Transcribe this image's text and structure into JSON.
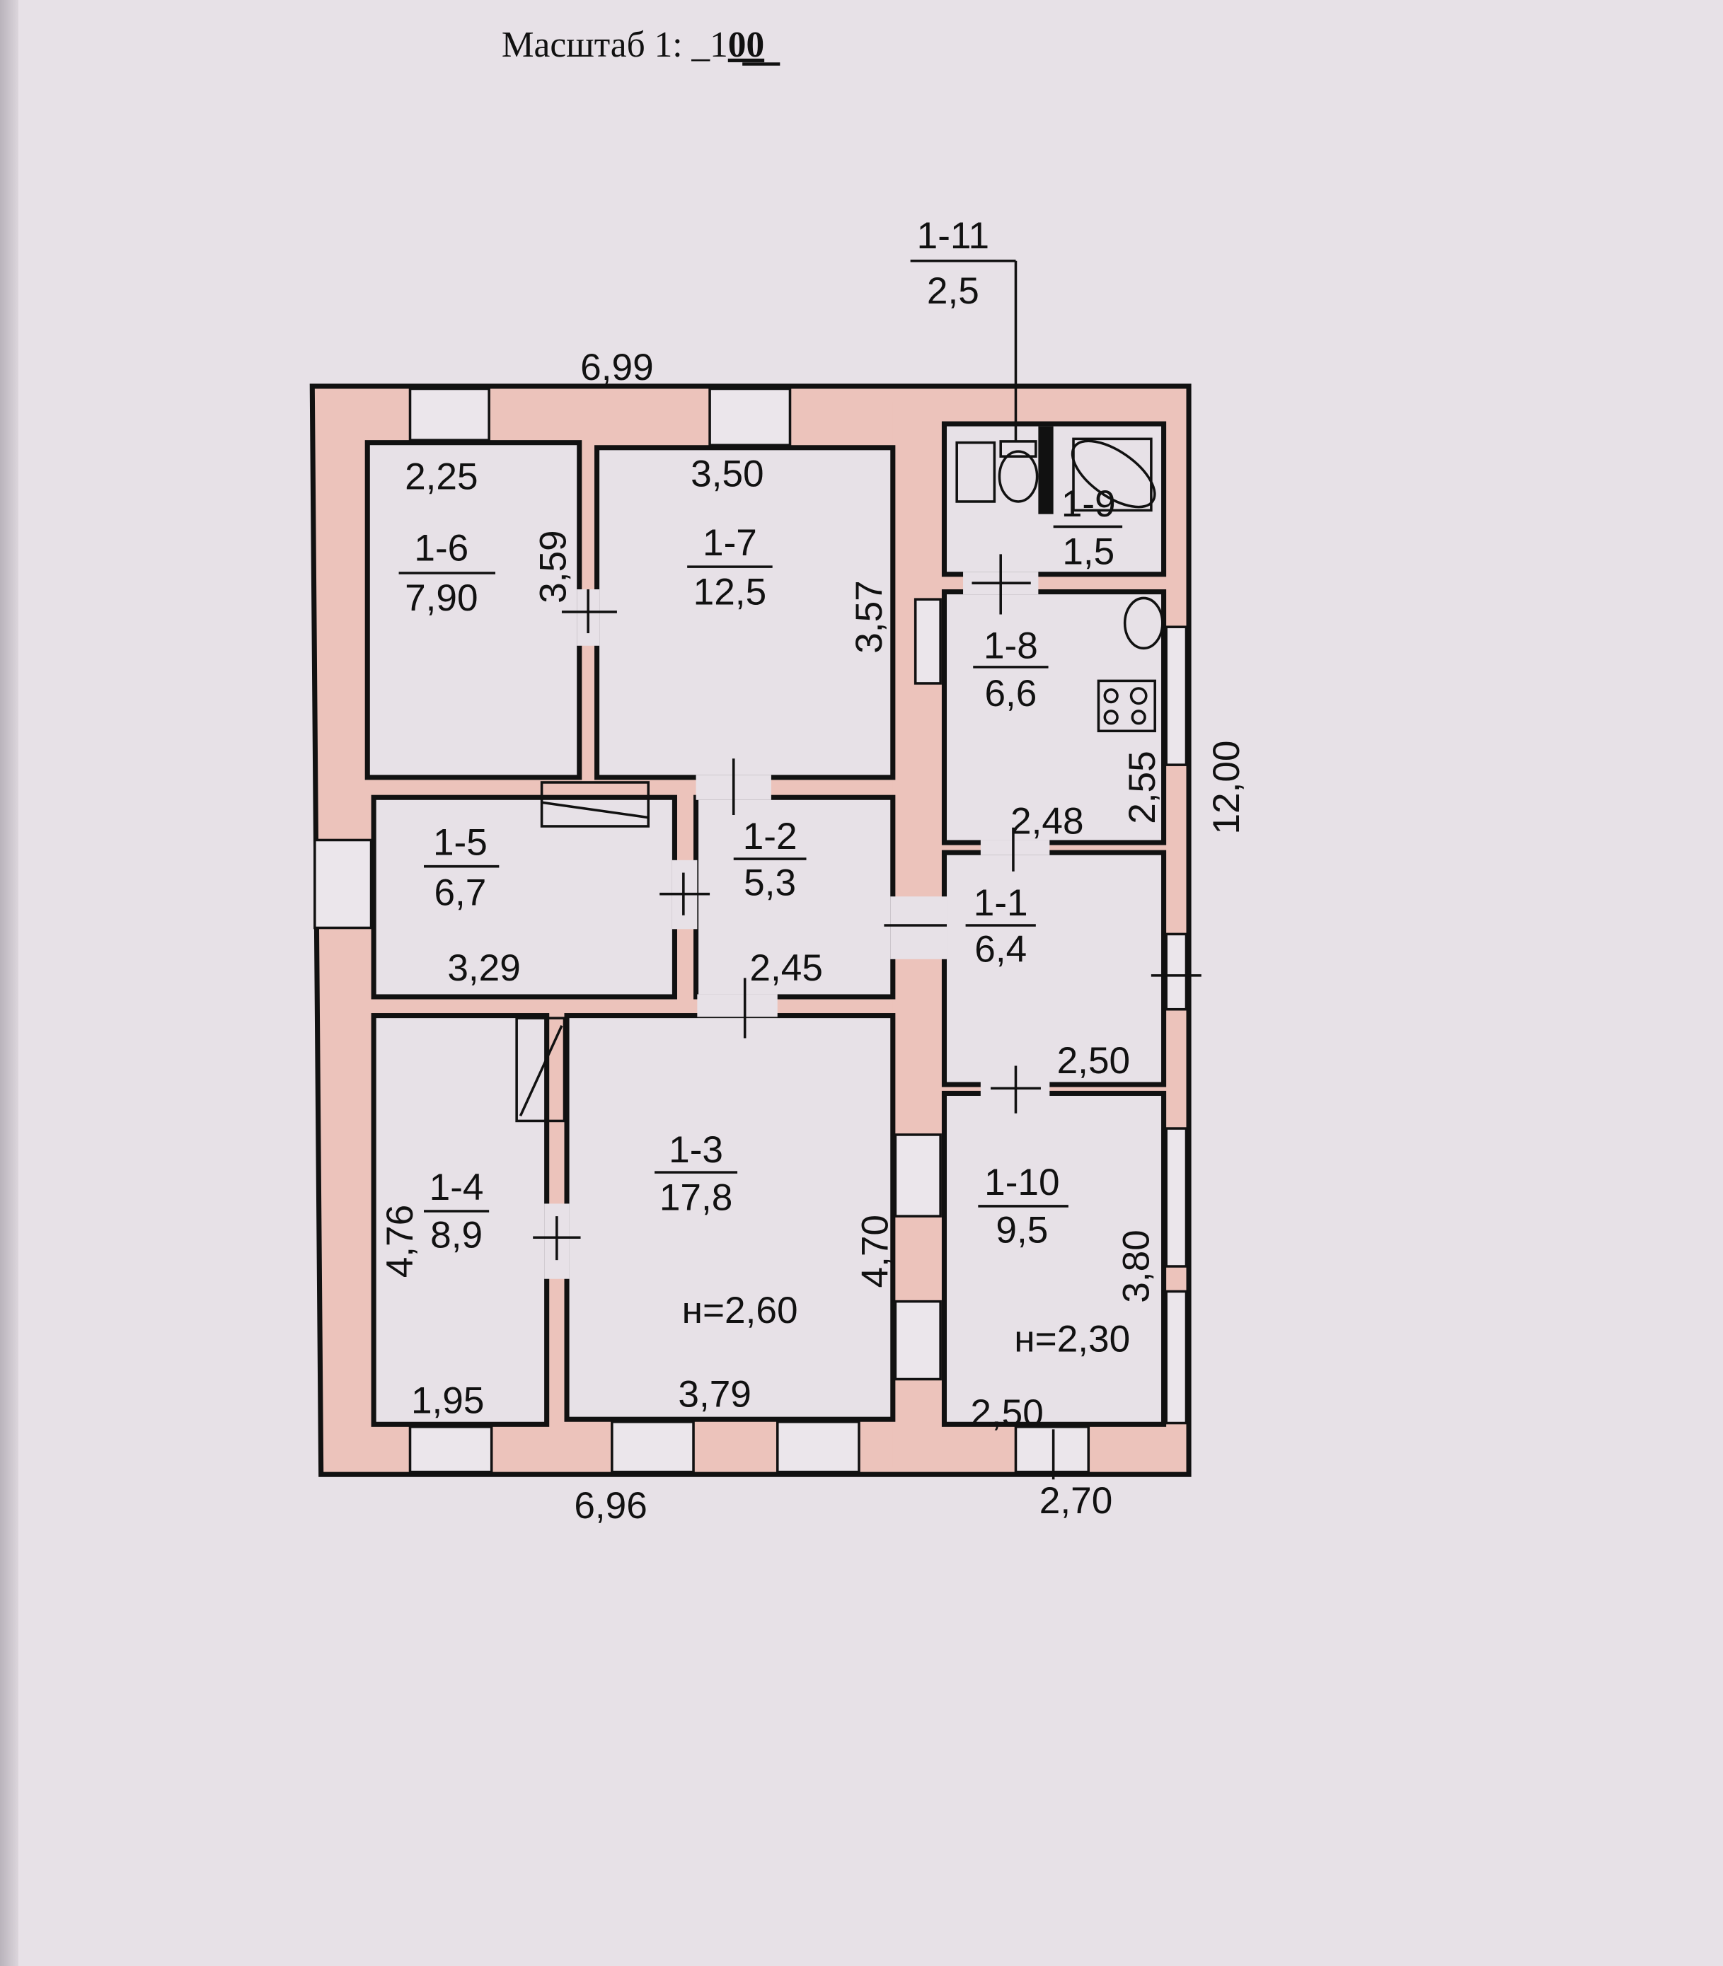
{
  "title": {
    "label": "Масштаб 1:",
    "scale_hand": "_1",
    "scale_underlined": "00"
  },
  "callout": {
    "id": "1-11",
    "area": "2,5"
  },
  "rooms": [
    {
      "id": "1-1",
      "area": "6,4"
    },
    {
      "id": "1-2",
      "area": "5,3"
    },
    {
      "id": "1-3",
      "area": "17,8"
    },
    {
      "id": "1-4",
      "area": "8,9"
    },
    {
      "id": "1-5",
      "area": "6,7"
    },
    {
      "id": "1-6",
      "area": "7,90"
    },
    {
      "id": "1-7",
      "area": "12,5"
    },
    {
      "id": "1-8",
      "area": "6,6"
    },
    {
      "id": "1-9",
      "area": "1,5"
    },
    {
      "id": "1-10",
      "area": "9,5"
    }
  ],
  "heights": {
    "main": "н=2,60",
    "annex": "н=2,30"
  },
  "dimensions": {
    "top_total": "6,99",
    "bottom_main": "6,96",
    "bottom_annex": "2,70",
    "right_total": "12,00",
    "r16_w": "2,25",
    "r16_h": "3,59",
    "r17_w": "3,50",
    "r17_h": "3,57",
    "r18_h": "2,55",
    "r18_w": "2,48",
    "r15_w": "3,29",
    "r12_w": "2,45",
    "r11_w": "2,50",
    "r14_h": "4,76",
    "r14_w": "1,95",
    "r13_h": "4,70",
    "r13_w": "3,79",
    "r110_h": "3,80",
    "r110_w": "2,50"
  }
}
